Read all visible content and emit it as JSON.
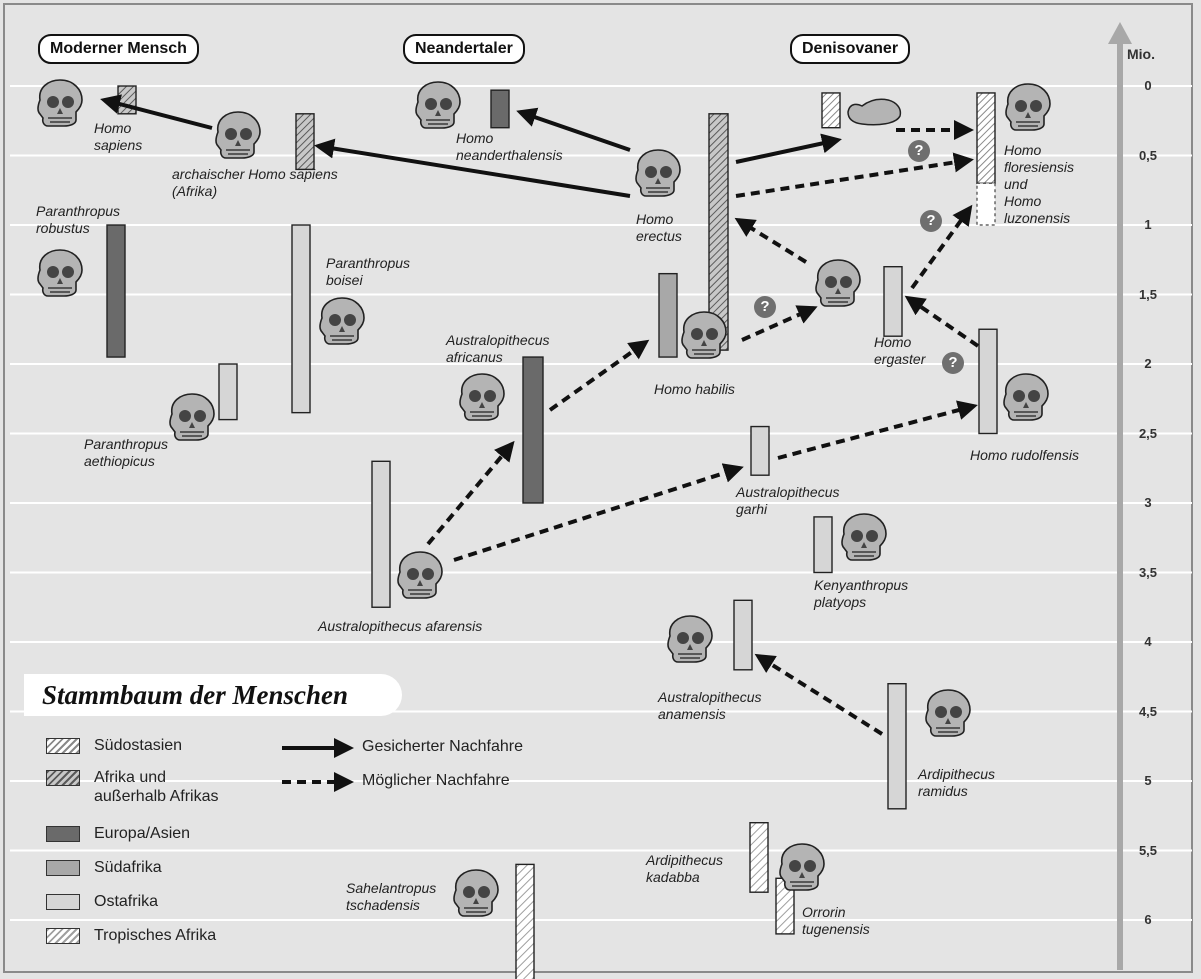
{
  "title": "Stammbaum der Menschen",
  "axis": {
    "unit": "Mio.",
    "ticks": [
      {
        "value": 0,
        "label": "0"
      },
      {
        "value": 0.5,
        "label": "0,5"
      },
      {
        "value": 1,
        "label": "1"
      },
      {
        "value": 1.5,
        "label": "1,5"
      },
      {
        "value": 2,
        "label": "2"
      },
      {
        "value": 2.5,
        "label": "2,5"
      },
      {
        "value": 3,
        "label": "3"
      },
      {
        "value": 3.5,
        "label": "3,5"
      },
      {
        "value": 4,
        "label": "4"
      },
      {
        "value": 4.5,
        "label": "4,5"
      },
      {
        "value": 5,
        "label": "5"
      },
      {
        "value": 5.5,
        "label": "5,5"
      },
      {
        "value": 6,
        "label": "6"
      }
    ]
  },
  "groups": [
    {
      "key": "moderner-mensch",
      "label": "Moderner Mensch"
    },
    {
      "key": "neandertaler",
      "label": "Neandertaler"
    },
    {
      "key": "denisovaner",
      "label": "Denisovaner"
    }
  ],
  "regions": {
    "suedostasien": {
      "label": "Südostasien",
      "fill": "#ffffff",
      "hatch": "#8a8a8a"
    },
    "afrika-und-ausserhalb": {
      "label": "Afrika und\naußerhalb Afrikas",
      "fill": "#c8c8c8",
      "hatch": "#5a5a5a"
    },
    "europa-asien": {
      "label": "Europa/Asien",
      "fill": "#6a6a6a"
    },
    "suedafrika": {
      "label": "Südafrika",
      "fill": "#a8a8a8"
    },
    "ostafrika": {
      "label": "Ostafrika",
      "fill": "#d6d6d6"
    },
    "tropisches-afrika": {
      "label": "Tropisches Afrika",
      "fill": "#ffffff",
      "hatch": "#a0a0a0"
    }
  },
  "legend_order": [
    "suedostasien",
    "afrika-und-ausserhalb",
    "europa-asien",
    "suedafrika",
    "ostafrika",
    "tropisches-afrika"
  ],
  "arrow_legend": {
    "solid": "Gesicherter Nachfahre",
    "dashed": "Möglicher Nachfahre"
  },
  "species": [
    {
      "id": "homo-sapiens",
      "label": "Homo\nsapiens",
      "start_mya": 0.2,
      "end_mya": 0,
      "region": "afrika-und-ausserhalb"
    },
    {
      "id": "archaischer-homo-sapiens",
      "label": "archaischer Homo sapiens\n(Afrika)",
      "start_mya": 0.6,
      "end_mya": 0.2,
      "region": "afrika-und-ausserhalb"
    },
    {
      "id": "homo-neanderthalensis",
      "label": "Homo\nneanderthalensis",
      "start_mya": 0.3,
      "end_mya": 0.03,
      "region": "europa-asien"
    },
    {
      "id": "homo-erectus",
      "label": "Homo\nerectus",
      "start_mya": 1.9,
      "end_mya": 0.2,
      "region": "afrika-und-ausserhalb"
    },
    {
      "id": "denisova",
      "label": "",
      "start_mya": 0.3,
      "end_mya": 0.05,
      "region": "suedostasien"
    },
    {
      "id": "homo-floresiensis-luzonensis",
      "label": "Homo\nfloresiensis\nund\nHomo\nluzonensis",
      "start_mya": 1.0,
      "end_mya": 0.05,
      "region": "suedostasien"
    },
    {
      "id": "paranthropus-robustus",
      "label": "Paranthropus\nrobustus",
      "start_mya": 1.95,
      "end_mya": 1.0,
      "region": "europa-asien"
    },
    {
      "id": "paranthropus-boisei",
      "label": "Paranthropus\nboisei",
      "start_mya": 2.35,
      "end_mya": 1.0,
      "region": "ostafrika"
    },
    {
      "id": "paranthropus-aethiopicus",
      "label": "Paranthropus\naethiopicus",
      "start_mya": 2.4,
      "end_mya": 2.0,
      "region": "ostafrika"
    },
    {
      "id": "australopithecus-africanus",
      "label": "Australopithecus\nafricanus",
      "start_mya": 3.0,
      "end_mya": 1.95,
      "region": "europa-asien"
    },
    {
      "id": "homo-habilis",
      "label": "Homo habilis",
      "start_mya": 1.95,
      "end_mya": 1.35,
      "region": "suedafrika"
    },
    {
      "id": "homo-ergaster",
      "label": "Homo\nergaster",
      "start_mya": 1.8,
      "end_mya": 1.3,
      "region": "ostafrika"
    },
    {
      "id": "homo-rudolfensis",
      "label": "Homo rudolfensis",
      "start_mya": 2.5,
      "end_mya": 1.75,
      "region": "ostafrika"
    },
    {
      "id": "australopithecus-afarensis",
      "label": "Australopithecus afarensis",
      "start_mya": 3.75,
      "end_mya": 2.7,
      "region": "ostafrika"
    },
    {
      "id": "australopithecus-garhi",
      "label": "Australopithecus\ngarhi",
      "start_mya": 2.8,
      "end_mya": 2.45,
      "region": "ostafrika"
    },
    {
      "id": "kenyanthropus-platyops",
      "label": "Kenyanthropus\nplatyops",
      "start_mya": 3.5,
      "end_mya": 3.1,
      "region": "ostafrika"
    },
    {
      "id": "australopithecus-anamensis",
      "label": "Australopithecus\nanamensis",
      "start_mya": 4.2,
      "end_mya": 3.7,
      "region": "ostafrika"
    },
    {
      "id": "ardipithecus-ramidus",
      "label": "Ardipithecus\nramidus",
      "start_mya": 5.2,
      "end_mya": 4.3,
      "region": "ostafrika"
    },
    {
      "id": "ardipithecus-kadabba",
      "label": "Ardipithecus\nkadabba",
      "start_mya": 5.8,
      "end_mya": 5.3,
      "region": "tropisches-afrika"
    },
    {
      "id": "orrorin-tugenensis",
      "label": "Orrorin\ntugenensis",
      "start_mya": 6.1,
      "end_mya": 5.7,
      "region": "tropisches-afrika"
    },
    {
      "id": "sahelantropus-tschadensis",
      "label": "Sahelantropus\ntschadensis",
      "start_mya": 6.5,
      "end_mya": 5.6,
      "region": "tropisches-afrika"
    }
  ],
  "relations": [
    {
      "from": "archaischer-homo-sapiens",
      "to": "homo-sapiens",
      "type": "solid"
    },
    {
      "from": "homo-erectus",
      "to": "archaischer-homo-sapiens",
      "type": "solid"
    },
    {
      "from": "homo-erectus",
      "to": "homo-neanderthalensis",
      "type": "solid"
    },
    {
      "from": "homo-erectus",
      "to": "denisova",
      "type": "solid"
    },
    {
      "from": "denisova",
      "to": "homo-floresiensis-luzonensis",
      "type": "dashed",
      "uncertain": true
    },
    {
      "from": "homo-erectus",
      "to": "homo-floresiensis-luzonensis",
      "type": "dashed"
    },
    {
      "from": "homo-ergaster",
      "to": "homo-erectus",
      "type": "dashed"
    },
    {
      "from": "homo-ergaster",
      "to": "homo-floresiensis-luzonensis",
      "type": "dashed",
      "uncertain": true
    },
    {
      "from": "homo-habilis",
      "to": "homo-ergaster",
      "type": "dashed",
      "uncertain": true
    },
    {
      "from": "homo-rudolfensis",
      "to": "homo-ergaster",
      "type": "dashed",
      "uncertain": true
    },
    {
      "from": "australopithecus-africanus",
      "to": "homo-habilis",
      "type": "dashed"
    },
    {
      "from": "australopithecus-afarensis",
      "to": "australopithecus-africanus",
      "type": "dashed"
    },
    {
      "from": "australopithecus-afarensis",
      "to": "australopithecus-garhi",
      "type": "dashed"
    },
    {
      "from": "australopithecus-garhi",
      "to": "homo-rudolfensis",
      "type": "dashed"
    },
    {
      "from": "ardipithecus-ramidus",
      "to": "australopithecus-anamensis",
      "type": "dashed"
    }
  ],
  "uncertain_marker": "?"
}
